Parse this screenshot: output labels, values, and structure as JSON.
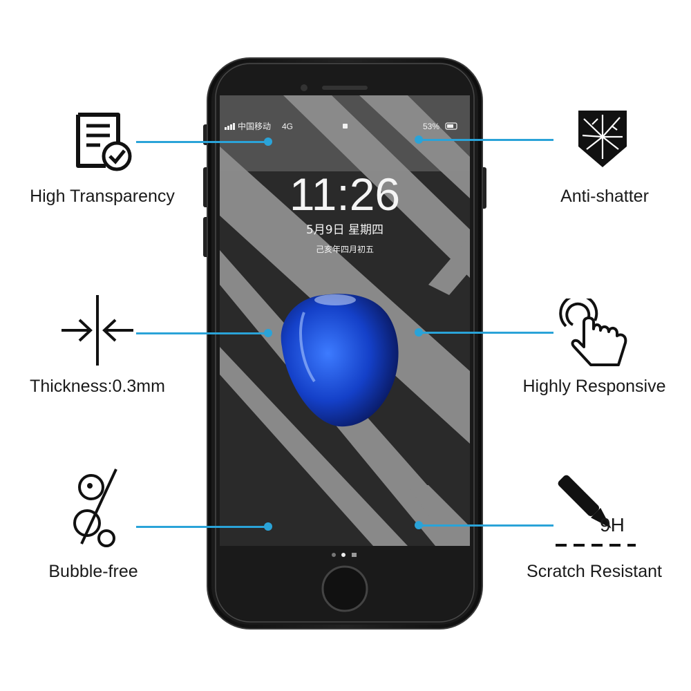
{
  "features": {
    "high_transparency": "High Transparency",
    "anti_shatter": "Anti-shatter",
    "thickness": "Thickness:0.3mm",
    "highly_responsive": "Highly Responsive",
    "bubble_free": "Bubble-free",
    "scratch_resistant": "Scratch Resistant",
    "hardness": "9H"
  },
  "phone_screen": {
    "carrier": "中国移动",
    "network": "4G",
    "battery": "53%",
    "time": "11:26",
    "date": "5月9日 星期四",
    "lunar_date": "己亥年四月初五"
  },
  "icons": {
    "document_check": "document-check-icon",
    "shatter_shield": "shatter-shield-icon",
    "thickness_arrows": "thickness-arrows-icon",
    "touch_hand": "touch-hand-icon",
    "bubbles": "bubble-icon",
    "scratch_pen": "scratch-pen-icon"
  },
  "colors": {
    "accent": "#2aa3d8",
    "phone_body": "#1c1c1c",
    "screen": "#2a2a2a",
    "glare_stripe": "#9a9a9a"
  }
}
